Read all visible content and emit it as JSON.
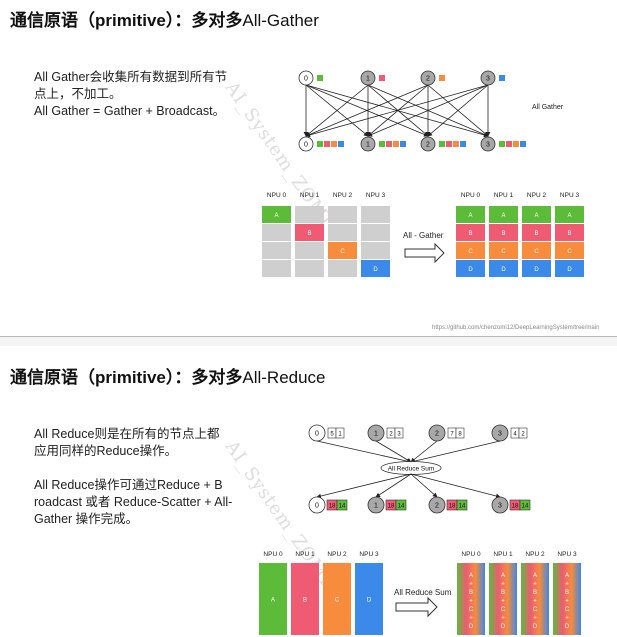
{
  "slide1": {
    "title_bold": "通信原语（primitive）：多对多",
    "title_rest": "All-Gather",
    "desc": [
      "All Gather会收集所有数据到所有节",
      "点上，不加工。",
      "All Gather = Gather + Broadcast。"
    ],
    "watermark": "AI_System_ZOMI",
    "graph_label": "All Gather",
    "node_labels": [
      "0",
      "1",
      "2",
      "3"
    ],
    "npu_labels": [
      "NPU 0",
      "NPU 1",
      "NPU 2",
      "NPU 3"
    ],
    "block_letters": [
      "A",
      "B",
      "C",
      "D"
    ],
    "arrow_label": "All - Gather",
    "url": "https://github.com/chenzomi12/DeepLearningSystem/tree/main"
  },
  "slide2": {
    "title_bold": "通信原语（primitive）：多对多",
    "title_rest": "All-Reduce",
    "desc": [
      "All Reduce则是在所有的节点上都",
      "应用同样的Reduce操作。",
      "",
      "All Reduce操作可通过Reduce + B",
      "roadcast 或者 Reduce-Scatter + All-",
      "Gather 操作完成。"
    ],
    "watermark": "AI_System_ZOMI",
    "node_labels": [
      "0",
      "1",
      "2",
      "3"
    ],
    "input_values": [
      [
        "5",
        "1"
      ],
      [
        "2",
        "3"
      ],
      [
        "7",
        "8"
      ],
      [
        "4",
        "2"
      ]
    ],
    "reduce_label": "All Reduce Sum",
    "output_values": [
      "18",
      "14"
    ],
    "npu_labels": [
      "NPU 0",
      "NPU 1",
      "NPU 2",
      "NPU 3"
    ],
    "block_letters": [
      "A",
      "B",
      "C",
      "D"
    ],
    "arrow_label": "All Reduce Sum",
    "sum_letters": [
      "A",
      "+",
      "B",
      "+",
      "C",
      "+",
      "D"
    ]
  },
  "colors": {
    "a": "#5dbb3a",
    "b": "#ee5b73",
    "c": "#f78c3c",
    "d": "#3b89e8",
    "empty": "#cfcfcf",
    "node": "#a8a8a8"
  }
}
